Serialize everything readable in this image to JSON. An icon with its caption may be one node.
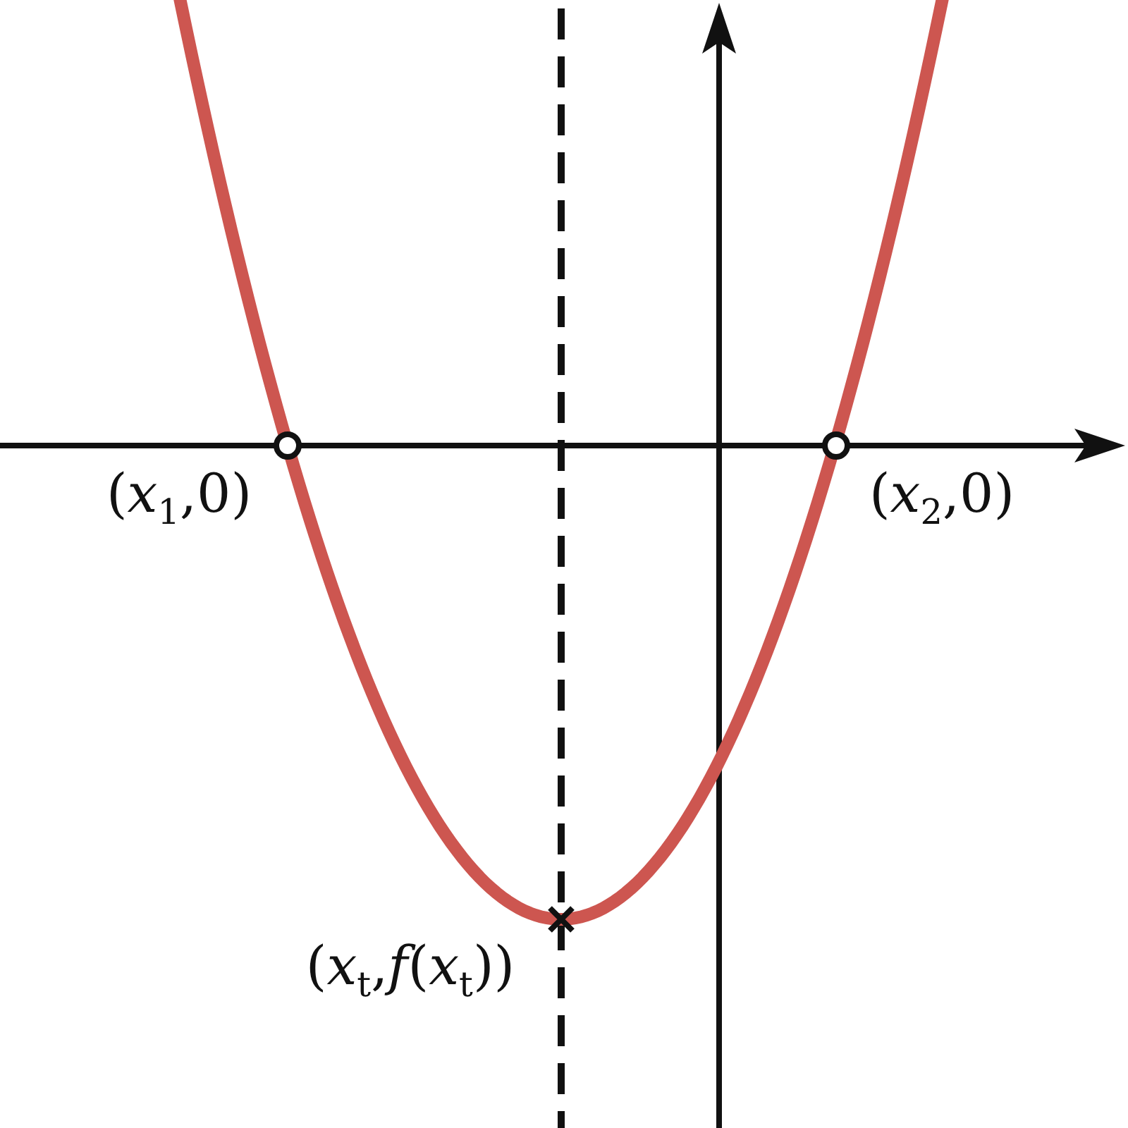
{
  "diagram": {
    "labels": [
      "(*x*$_{1}$,0)",
      "(*x*$_{2}$,0)",
      "(*x*$_{t}$,*f*(*x*$_{t}$))"
    ]
  }
}
